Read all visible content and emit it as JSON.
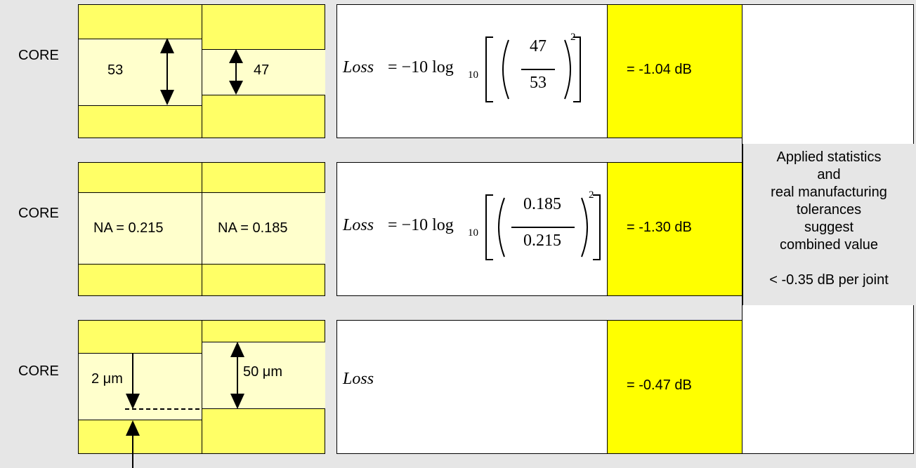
{
  "rows": [
    {
      "core_label": "CORE",
      "left_value": "53",
      "right_value": "47",
      "formula_lhs": "Loss",
      "formula_eq": "= −10 log",
      "formula_sub": "10",
      "formula_num": "47",
      "formula_den": "53",
      "formula_exp": "2",
      "result": "= -1.04 dB"
    },
    {
      "core_label": "CORE",
      "left_value": "NA = 0.215",
      "right_value": "NA = 0.185",
      "formula_lhs": "Loss",
      "formula_eq": "= −10 log",
      "formula_sub": "10",
      "formula_num": "0.185",
      "formula_den": "0.215",
      "formula_exp": "2",
      "result": "= -1.30 dB"
    },
    {
      "core_label": "CORE",
      "left_value": "2 μm",
      "right_value": "50 μm",
      "formula_lhs": "Loss",
      "result": "= -0.47 dB"
    }
  ],
  "note": {
    "lines": [
      "Applied statistics",
      "and",
      "real manufacturing",
      "tolerances",
      "suggest",
      "combined value",
      "",
      "< -0.35 dB per joint"
    ]
  },
  "colors": {
    "cladding": "#ffff66",
    "core": "#ffffcc",
    "result_fill": "#ffff00",
    "background": "#e6e6e6"
  }
}
